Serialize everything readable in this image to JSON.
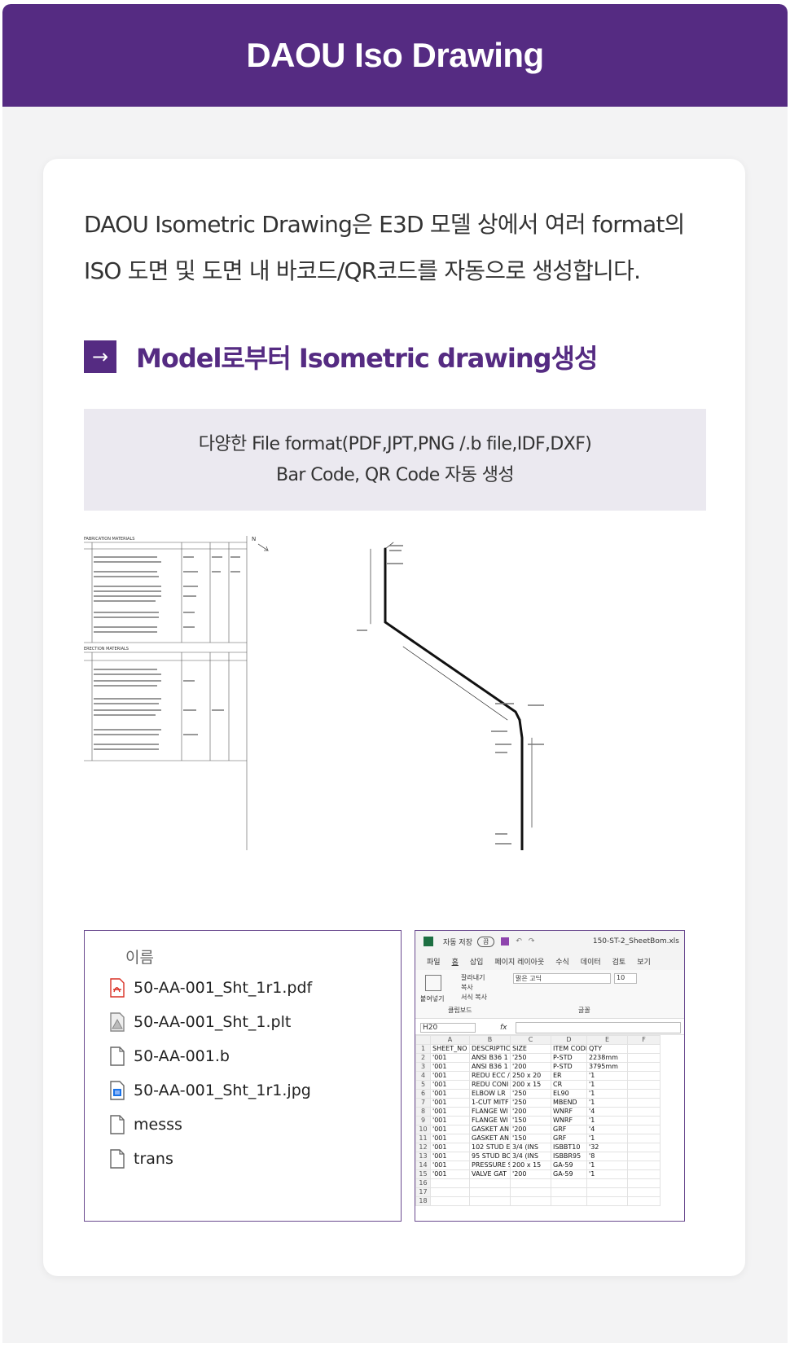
{
  "header": {
    "title": "DAOU Iso Drawing"
  },
  "intro": {
    "line1": "DAOU Isometric Drawing은 E3D 모델 상에서 여러 format의",
    "line2": "ISO 도면 및 도면 내 바코드/QR코드를 자동으로 생성합니다."
  },
  "section": {
    "arrow": "→",
    "title": "Model로부터 Isometric drawing생성"
  },
  "formats": {
    "line1": "다양한 File format(PDF,JPT,PNG /.b file,IDF,DXF)",
    "line2": "Bar Code, QR Code 자동 생성"
  },
  "drawing": {
    "bom_header_1": "FABRICATION MATERIALS",
    "bom_header_2": "ERECTION MATERIALS",
    "north": "N"
  },
  "file_list": {
    "column": "이름",
    "items": [
      {
        "name": "50-AA-001_Sht_1r1.pdf",
        "icon": "pdf-icon",
        "color": "#d93025"
      },
      {
        "name": "50-AA-001_Sht_1.plt",
        "icon": "plt-icon",
        "color": "#888888"
      },
      {
        "name": "50-AA-001.b",
        "icon": "file-icon",
        "color": "#666666"
      },
      {
        "name": "50-AA-001_Sht_1r1.jpg",
        "icon": "image-icon",
        "color": "#1a73e8"
      },
      {
        "name": "messs",
        "icon": "file-icon",
        "color": "#666666"
      },
      {
        "name": "trans",
        "icon": "file-icon",
        "color": "#666666"
      }
    ]
  },
  "excel": {
    "autosave": "자동 저장",
    "toggle": "끔",
    "filename": "150-ST-2_SheetBom.xls",
    "menu": [
      "파일",
      "홈",
      "삽입",
      "페이지 레이아웃",
      "수식",
      "데이터",
      "검토",
      "보기"
    ],
    "ribbon": {
      "cut": "잘라내기",
      "copy": "복사",
      "format_painter": "서식 복사",
      "paste": "붙여넣기",
      "clipboard": "클립보드",
      "font": "맑은 고딕",
      "size": "10",
      "font_group": "글꼴"
    },
    "name_box": "H20",
    "fx": "fx",
    "columns": [
      "A",
      "B",
      "C",
      "D",
      "E",
      "F"
    ],
    "rows": [
      [
        "SHEET_NO",
        "DESCRIPTIC",
        "SIZE",
        "ITEM CODE",
        "QTY",
        ""
      ],
      [
        "'001",
        "ANSI B36 1",
        "'250",
        "P-STD",
        "2238mm",
        ""
      ],
      [
        "'001",
        "ANSI B36 1",
        "'200",
        "P-STD",
        "3795mm",
        ""
      ],
      [
        "'001",
        "REDU ECC /",
        "250 x 20",
        "ER",
        "'1",
        ""
      ],
      [
        "'001",
        "REDU CONI",
        "200 x 15",
        "CR",
        "'1",
        ""
      ],
      [
        "'001",
        "ELBOW LR",
        "'250",
        "EL90",
        "'1",
        ""
      ],
      [
        "'001",
        "1-CUT MITF",
        "'250",
        "MBEND",
        "'1",
        ""
      ],
      [
        "'001",
        "FLANGE WI",
        "'200",
        "WNRF",
        "'4",
        ""
      ],
      [
        "'001",
        "FLANGE WI",
        "'150",
        "WNRF",
        "'1",
        ""
      ],
      [
        "'001",
        "GASKET AN",
        "'200",
        "GRF",
        "'4",
        ""
      ],
      [
        "'001",
        "GASKET AN",
        "'150",
        "GRF",
        "'1",
        ""
      ],
      [
        "'001",
        "102 STUD E",
        "3/4 (INS",
        "ISBBT10",
        "'32",
        ""
      ],
      [
        "'001",
        "95 STUD BC",
        "3/4 (INS",
        "ISBBR95",
        "'8",
        ""
      ],
      [
        "'001",
        "PRESSURE S",
        "200 x 15",
        "GA-59",
        "'1",
        ""
      ],
      [
        "'001",
        "VALVE GAT",
        "'200",
        "GA-59",
        "'1",
        ""
      ],
      [
        "",
        "",
        "",
        "",
        "",
        ""
      ],
      [
        "",
        "",
        "",
        "",
        "",
        ""
      ],
      [
        "",
        "",
        "",
        "",
        "",
        ""
      ]
    ]
  }
}
